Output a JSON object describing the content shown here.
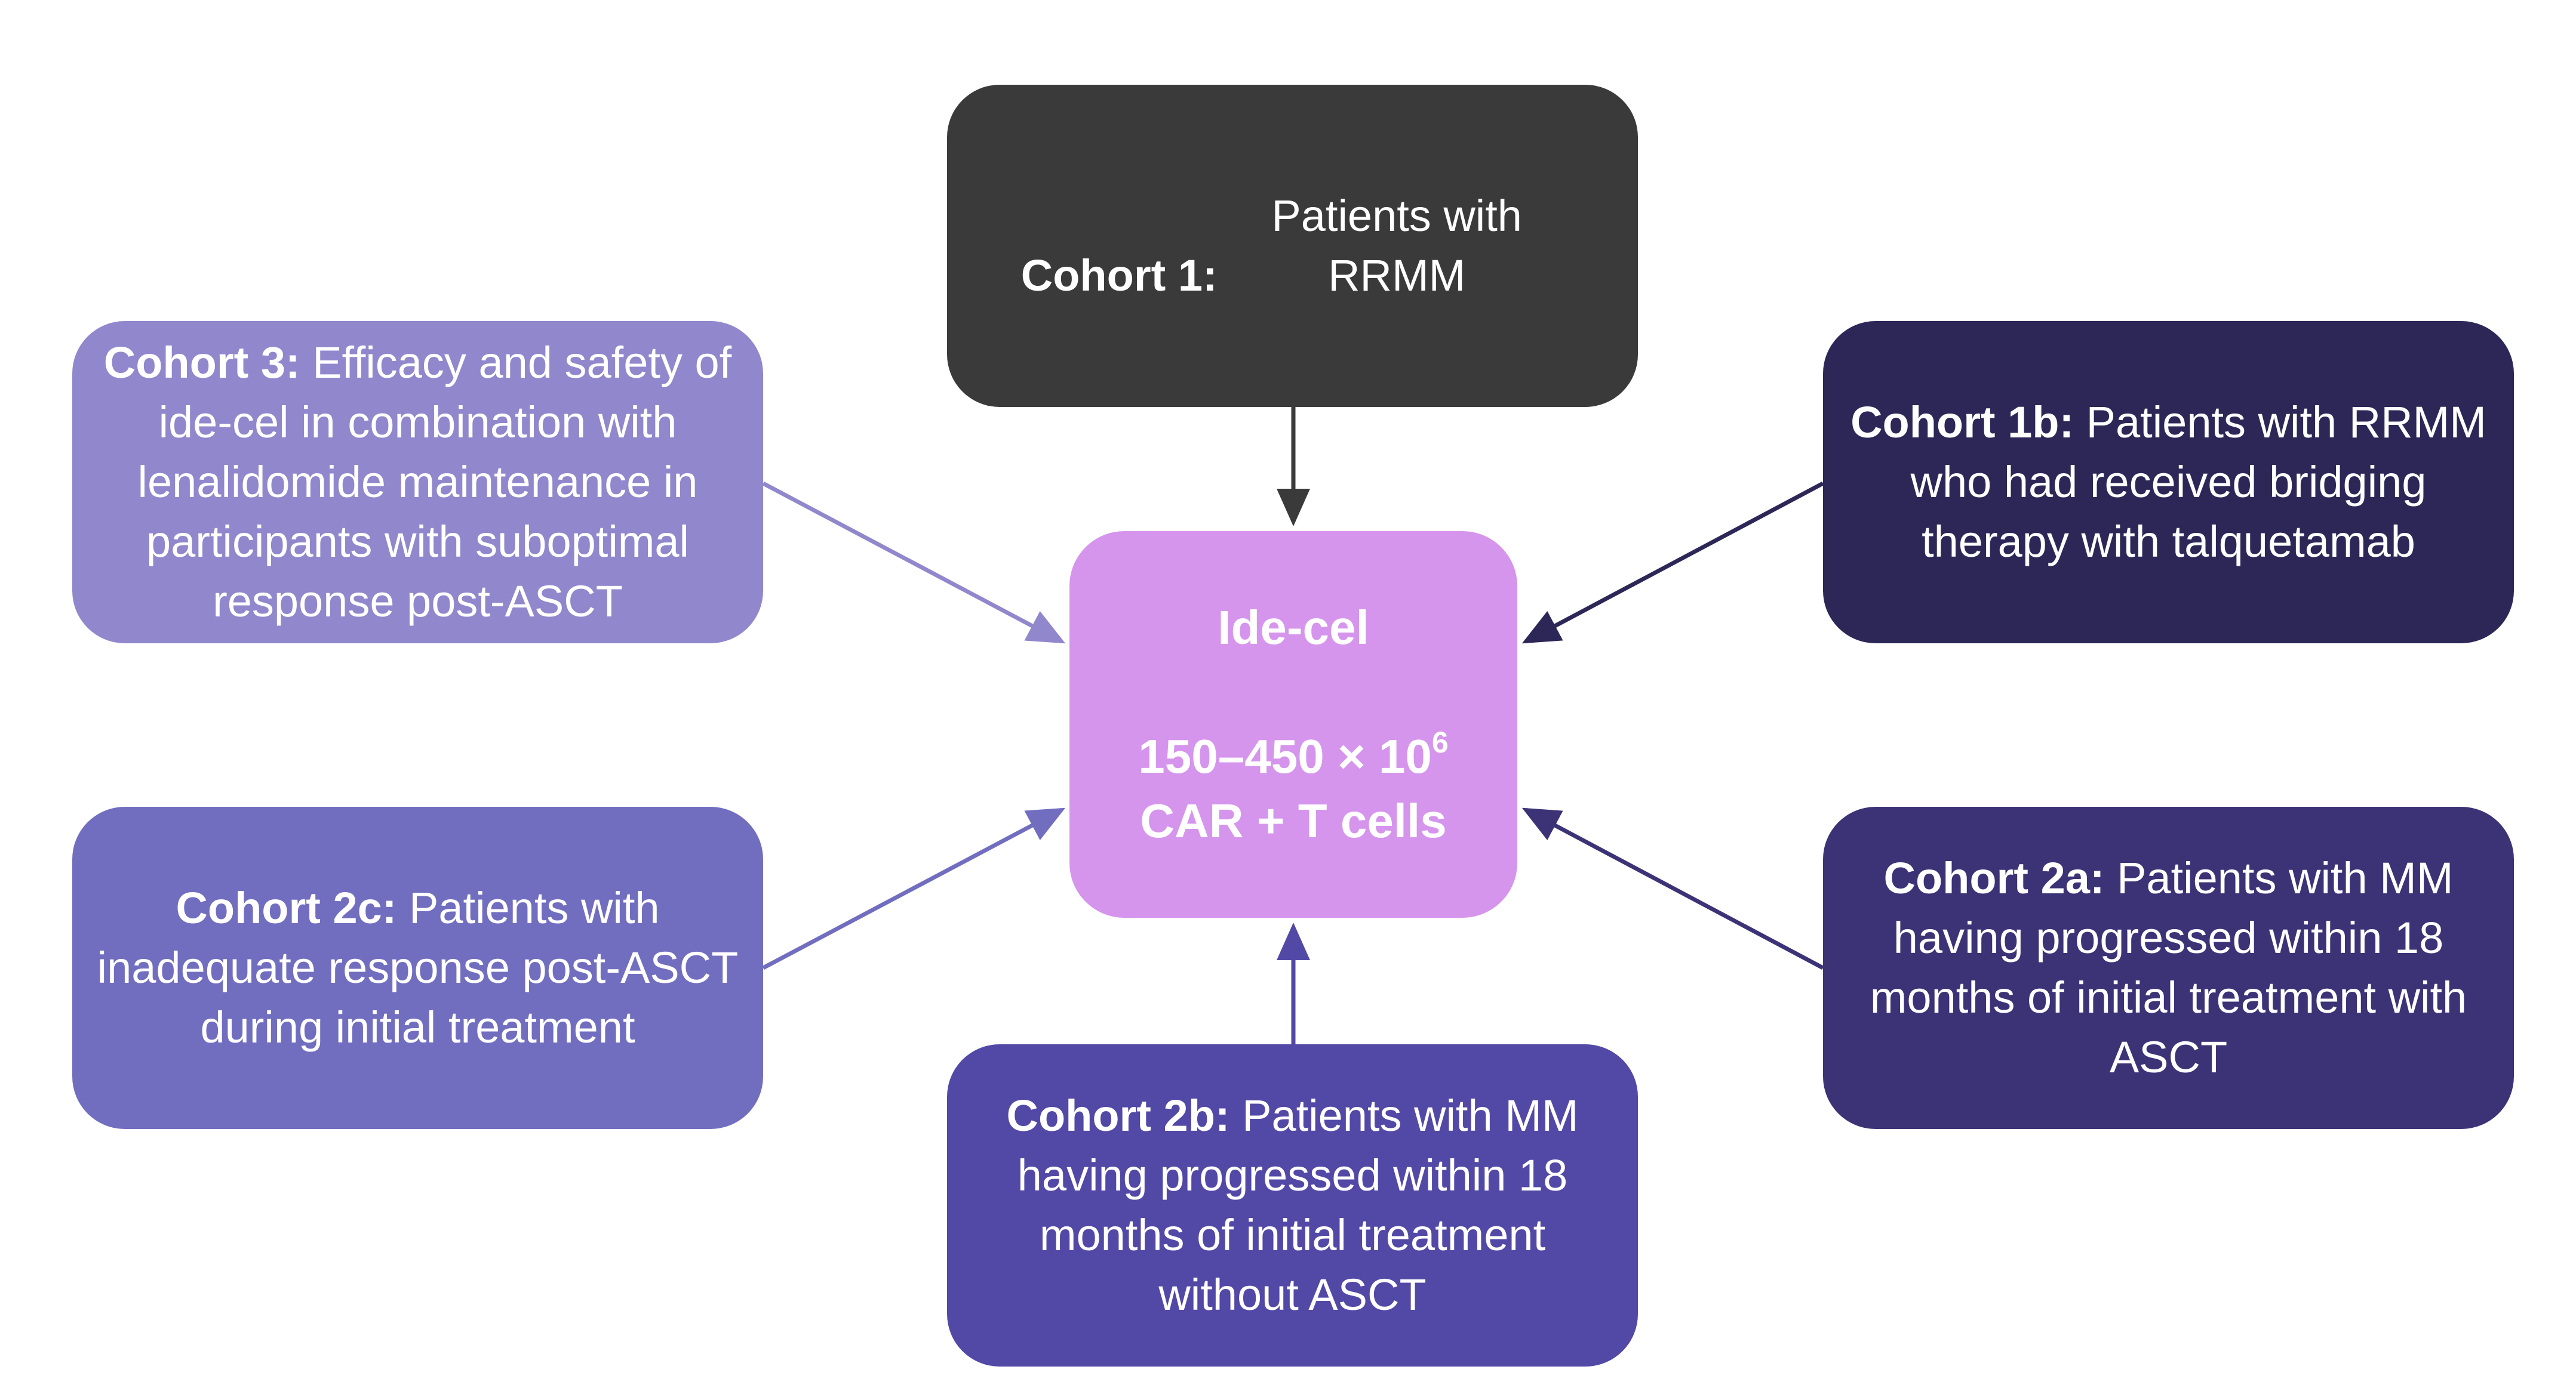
{
  "diagram": {
    "center": {
      "title": "Ide-cel",
      "dose_prefix": "150–450 × 10",
      "dose_exponent": "6",
      "dose_suffix": "CAR + T cells"
    },
    "cohorts": {
      "c1": {
        "label": "Cohort 1:",
        "text": "Patients with RRMM"
      },
      "c1b": {
        "label": "Cohort 1b:",
        "text": "Patients with RRMM who had received bridging therapy with talquetamab"
      },
      "c2a": {
        "label": "Cohort 2a:",
        "text": "Patients with MM having progressed within 18 months of initial treatment with ASCT"
      },
      "c2b": {
        "label": "Cohort 2b:",
        "text": "Patients with MM having progressed within 18 months of initial treatment without ASCT"
      },
      "c2c": {
        "label": "Cohort 2c:",
        "text": "Patients with inadequate response post-ASCT during initial treatment"
      },
      "c3": {
        "label": "Cohort 3:",
        "text": "Efficacy and safety of ide-cel in combination with lenalidomide maintenance in participants with suboptimal response post-ASCT"
      }
    },
    "colors": {
      "c1": "#3a3a3a",
      "c1b": "#2c2757",
      "c2a": "#3c3276",
      "c2b": "#5248a6",
      "c2c": "#716ec0",
      "c3": "#9087cc",
      "center": "#d595ec"
    }
  }
}
